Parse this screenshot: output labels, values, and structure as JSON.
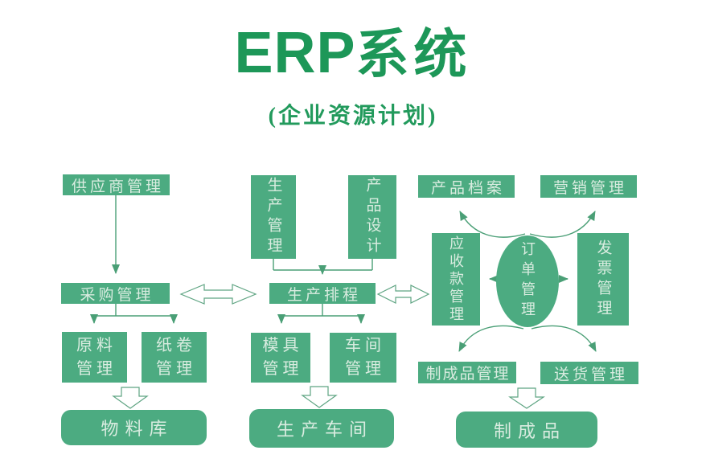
{
  "title": {
    "main_en": "ERP",
    "main_zh": "系统",
    "sub": "(企业资源计划)"
  },
  "colors": {
    "node_fill_green": "#4cab81",
    "node_text": "#d9ece0",
    "title_green": "#1d9758",
    "connector_green": "#4a9f76",
    "hollow_arrow_outline": "#5ea482",
    "background": "#ffffff"
  },
  "nodes": {
    "supplier": "供应商管理",
    "purchase": "采购管理",
    "raw_material": {
      "line1": "原料",
      "line2": "管理"
    },
    "paper_roll": {
      "line1": "纸卷",
      "line2": "管理"
    },
    "material_store": "物料库",
    "production_mgmt": "生产管理",
    "product_design": "产品设计",
    "production_schedule": "生产排程",
    "mold": {
      "line1": "模具",
      "line2": "管理"
    },
    "workshop": {
      "line1": "车间",
      "line2": "管理"
    },
    "production_workshop": "生产车间",
    "product_archive": "产品档案",
    "marketing": "营销管理",
    "receivables": "应收款管理",
    "order": "订单管理",
    "invoice": "发票管理",
    "finished_goods_mgmt": "制成品管理",
    "delivery": "送货管理",
    "finished_goods": "制成品"
  }
}
